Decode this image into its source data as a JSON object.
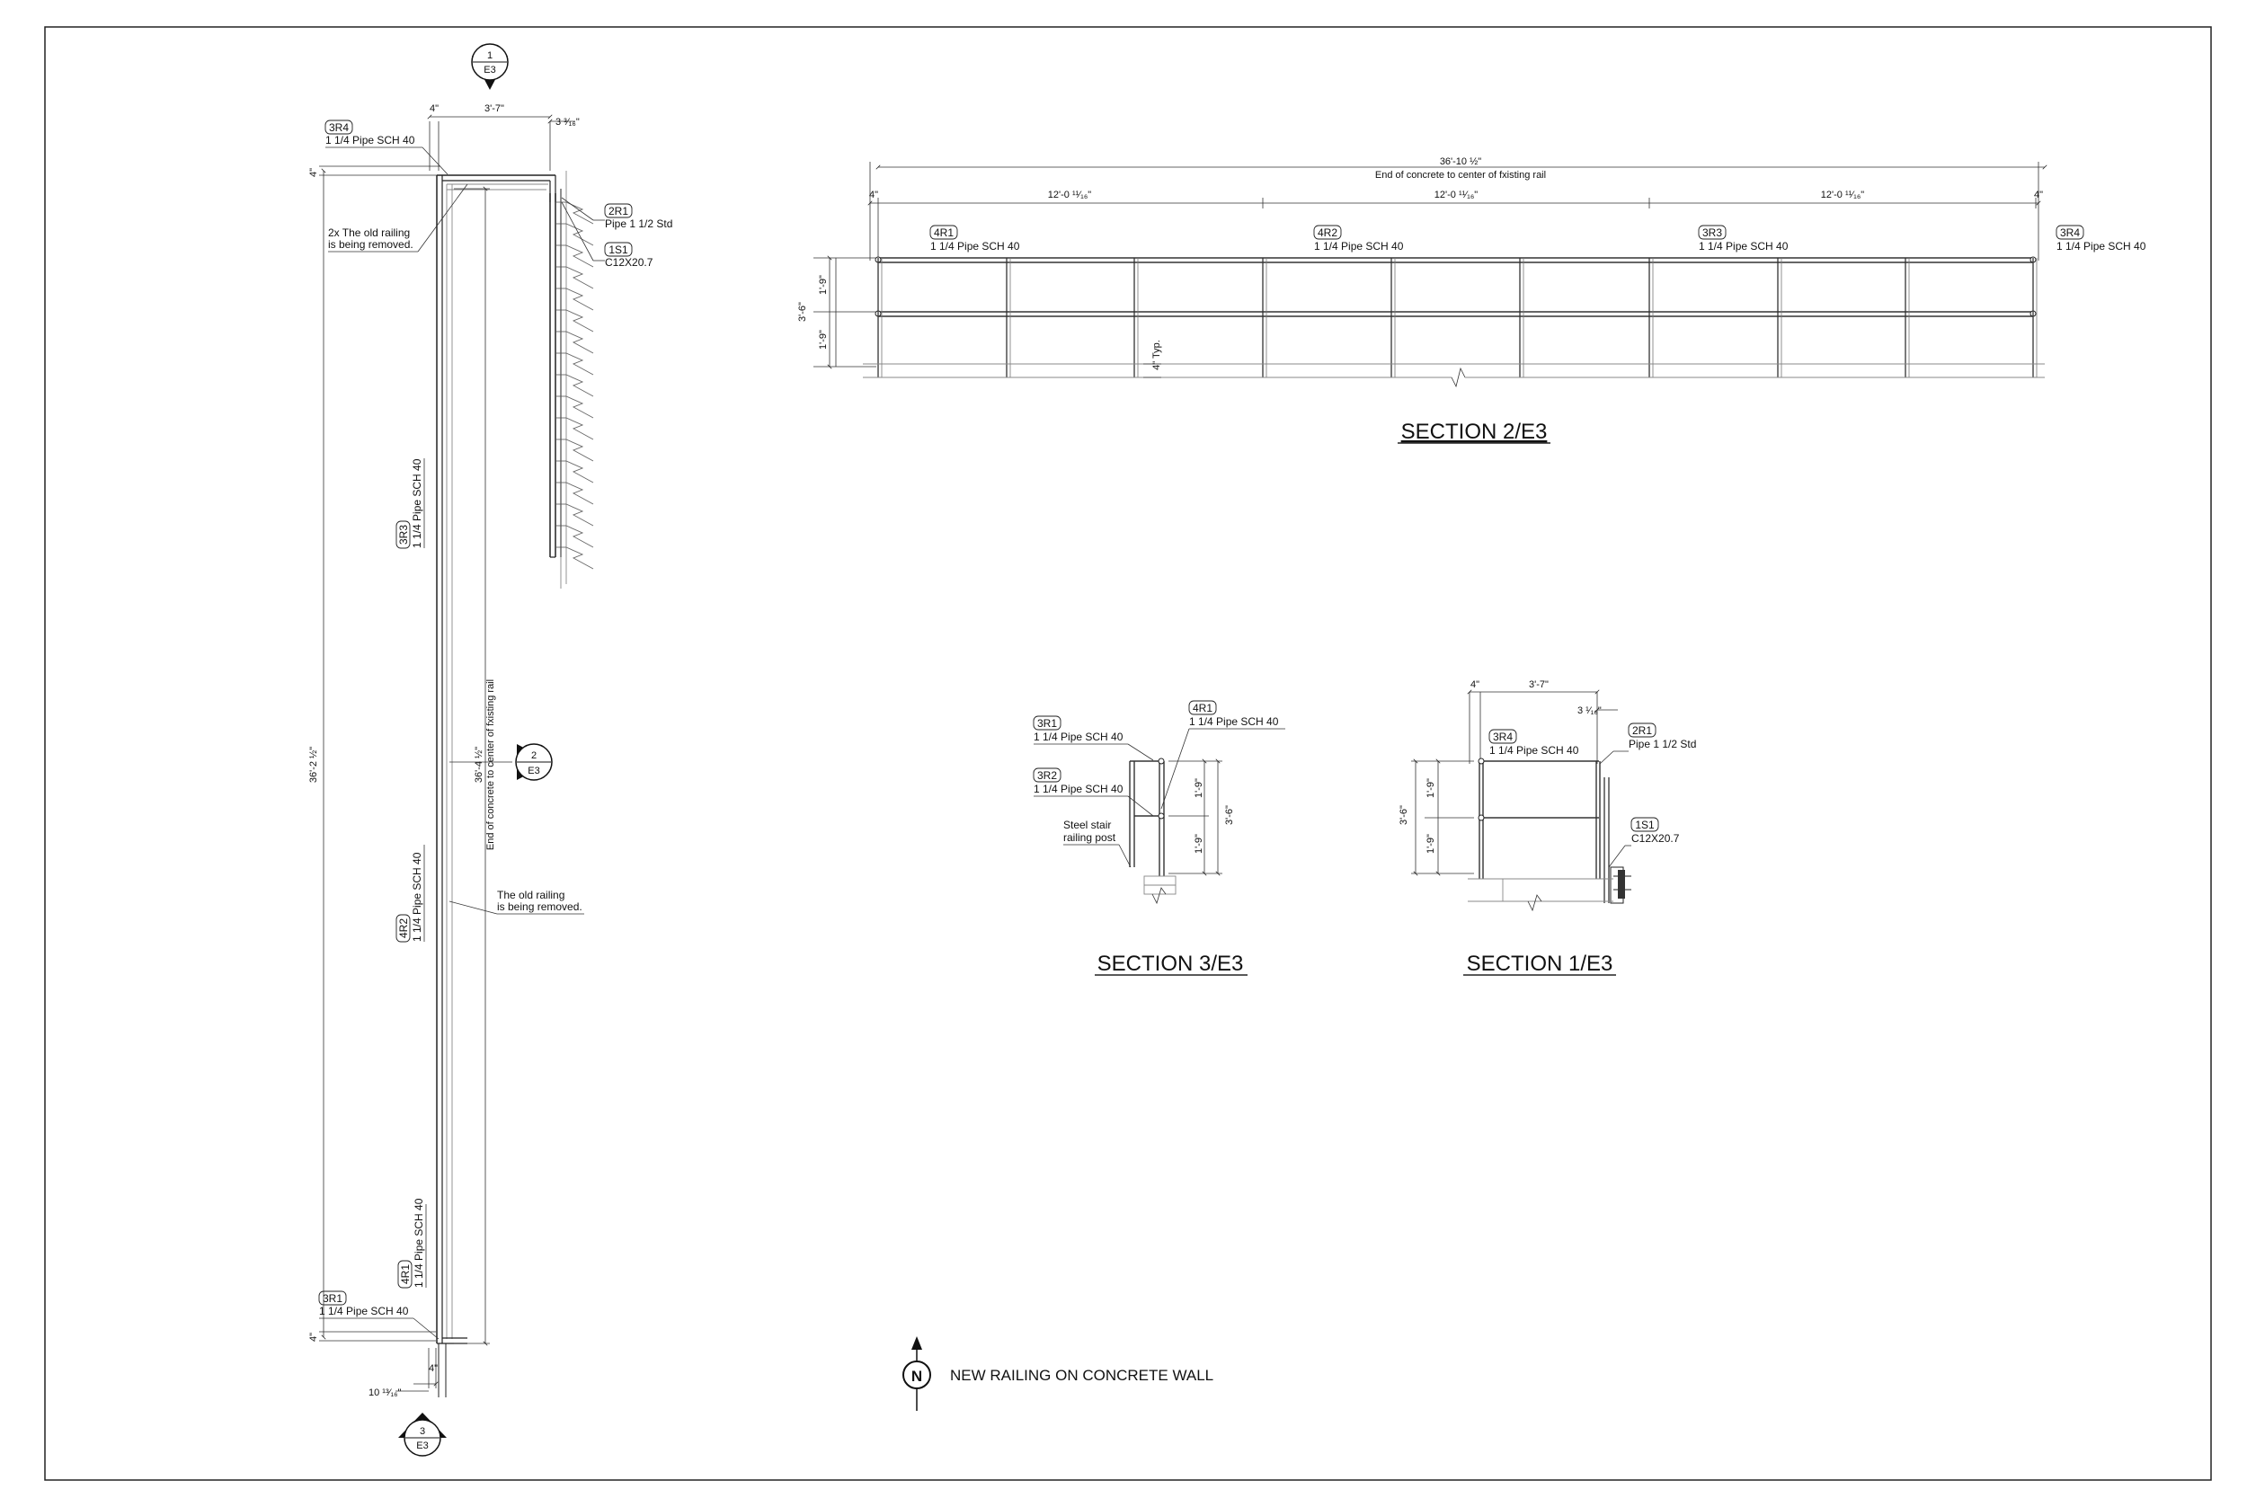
{
  "plan": {
    "top_dim_4": "4\"",
    "top_dim_main": "3'-7\"",
    "top_dim_small": "3 ³⁄₁₆\"",
    "tag_3R4": "3R4",
    "lbl_3R4": "1 1/4 Pipe SCH 40",
    "tag_2R1": "2R1",
    "lbl_2R1": "Pipe 1 1/2 Std",
    "tag_1S1": "1S1",
    "lbl_1S1": "C12X20.7",
    "note_old1_a": "2x The old railing",
    "note_old1_b": "is being removed.",
    "tag_3R3": "3R3",
    "lbl_3R3": "1 1/4 Pipe SCH 40",
    "tag_4R2": "4R2",
    "lbl_4R2": "1 1/4 Pipe SCH 40",
    "tag_4R1": "4R1",
    "lbl_4R1": "1 1/4 Pipe SCH 40",
    "tag_3R1": "3R1",
    "lbl_3R1": "1 1/4 Pipe SCH 40",
    "note_old2_a": "The old railing",
    "note_old2_b": "is being removed.",
    "dim_left_total": "36'-2 ½\"",
    "dim_4_top": "4\"",
    "dim_4_bottom": "4\"",
    "dim_right_total": "36'-4 ½\"",
    "dim_right_note": "End of concrete to center of fxisting rail",
    "dim_bottom_small": "10 ¹³⁄₁₆\"",
    "dim_bottom_4": "4\"",
    "marker_top_num": "1",
    "marker_top_sheet": "E3",
    "marker_mid_num": "2",
    "marker_mid_sheet": "E3",
    "marker_bot_num": "3",
    "marker_bot_sheet": "E3"
  },
  "section2": {
    "title": "SECTION 2/E3",
    "dim_total": "36'-10 ½\"",
    "dim_total_note": "End of concrete to center of fxisting rail",
    "dim_4_left": "4\"",
    "dim_seg1": "12'-0 ¹¹⁄₁₆\"",
    "dim_seg2": "12'-0 ¹¹⁄₁₆\"",
    "dim_seg3": "12'-0 ¹¹⁄₁₆\"",
    "dim_4_right": "4\"",
    "tag_4R1": "4R1",
    "lbl_4R1": "1 1/4 Pipe SCH 40",
    "tag_4R2": "4R2",
    "lbl_4R2": "1 1/4 Pipe SCH 40",
    "tag_3R3": "3R3",
    "lbl_3R3": "1 1/4 Pipe SCH 40",
    "tag_3R4": "3R4",
    "lbl_3R4": "1 1/4 Pipe SCH 40",
    "dim_h_total": "3'-6\"",
    "dim_h_upper": "1'-9\"",
    "dim_h_lower": "1'-9\"",
    "dim_typ": "4\" Typ."
  },
  "section3": {
    "title": "SECTION 3/E3",
    "tag_3R1": "3R1",
    "lbl_3R1": "1 1/4 Pipe SCH 40",
    "tag_3R2": "3R2",
    "lbl_3R2": "1 1/4 Pipe SCH 40",
    "tag_4R1": "4R1",
    "lbl_4R1": "1 1/4 Pipe SCH 40",
    "note_post_a": "Steel stair",
    "note_post_b": "railing post",
    "dim_upper": "1'-9\"",
    "dim_lower": "1'-9\"",
    "dim_total": "3'-6\""
  },
  "section1": {
    "title": "SECTION 1/E3",
    "dim_4": "4\"",
    "dim_main": "3'-7\"",
    "dim_small": "3 ¹⁄₁₆\"",
    "tag_3R4": "3R4",
    "lbl_3R4": "1 1/4 Pipe SCH 40",
    "tag_2R1": "2R1",
    "lbl_2R1": "Pipe 1 1/2 Std",
    "tag_1S1": "1S1",
    "lbl_1S1": "C12X20.7",
    "dim_total": "3'-6\"",
    "dim_upper": "1'-9\"",
    "dim_lower": "1'-9\""
  },
  "legend": {
    "north_letter": "N",
    "caption": "NEW RAILING ON CONCRETE WALL"
  }
}
